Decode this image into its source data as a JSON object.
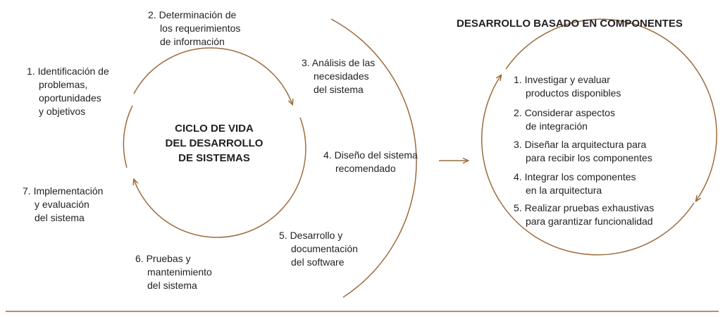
{
  "colors": {
    "line": "#9c6b3c",
    "text": "#231f20",
    "background": "#ffffff"
  },
  "cycle": {
    "title": [
      "CICLO DE VIDA",
      "DEL DESARROLLO",
      "DE SISTEMAS"
    ],
    "phases": [
      {
        "lines": [
          "1. Identificación de",
          "problemas,",
          "oportunidades",
          "y objetivos"
        ]
      },
      {
        "lines": [
          "2. Determinación de",
          "los requerimientos",
          "de información"
        ]
      },
      {
        "lines": [
          "3. Análisis de las",
          "necesidades",
          "del sistema"
        ]
      },
      {
        "lines": [
          "4. Diseño del sistema",
          "recomendado"
        ]
      },
      {
        "lines": [
          "5. Desarrollo y",
          "documentación",
          "del software"
        ]
      },
      {
        "lines": [
          "6. Pruebas y",
          "mantenimiento",
          "del sistema"
        ]
      },
      {
        "lines": [
          "7. Implementación",
          "y evaluación",
          "del sistema"
        ]
      }
    ]
  },
  "components": {
    "title": "DESARROLLO BASADO EN COMPONENTES",
    "steps": [
      {
        "lines": [
          "1. Investigar y evaluar",
          "productos disponibles"
        ]
      },
      {
        "lines": [
          "2. Considerar aspectos",
          "de integración"
        ]
      },
      {
        "lines": [
          "3. Diseñar la arquitectura para",
          "para recibir los componentes"
        ]
      },
      {
        "lines": [
          "4. Integrar los componentes",
          "en la arquitectura"
        ]
      },
      {
        "lines": [
          "5. Realizar pruebas exhaustivas",
          "para garantizar funcionalidad"
        ]
      }
    ]
  }
}
